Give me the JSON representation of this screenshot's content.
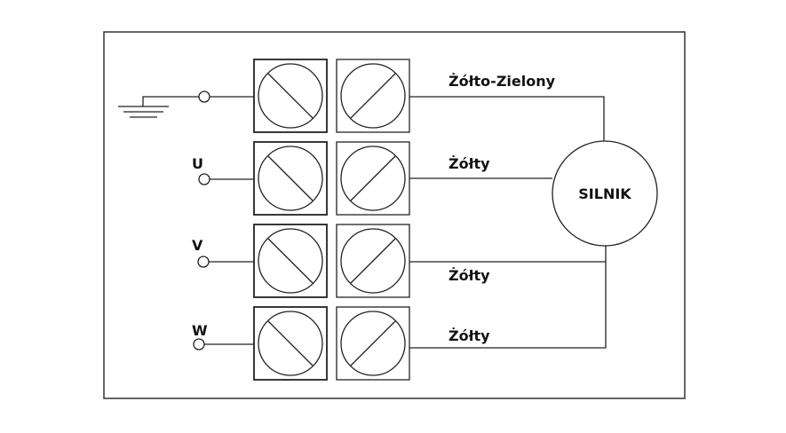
{
  "diagram": {
    "type": "wiring-diagram",
    "motor_label": "SILNIK",
    "terminals": [
      {
        "id": "ground",
        "input_label": "",
        "symbol": "ground-icon",
        "wire_label": "Żółto-Zielony"
      },
      {
        "id": "U",
        "input_label": "U",
        "symbol": "terminal-icon",
        "wire_label": "Żółty"
      },
      {
        "id": "V",
        "input_label": "V",
        "symbol": "terminal-icon",
        "wire_label": "Żółty"
      },
      {
        "id": "W",
        "input_label": "W",
        "symbol": "terminal-icon",
        "wire_label": "Żółty"
      }
    ],
    "colors": {
      "line": "#222222",
      "background": "#ffffff"
    }
  }
}
